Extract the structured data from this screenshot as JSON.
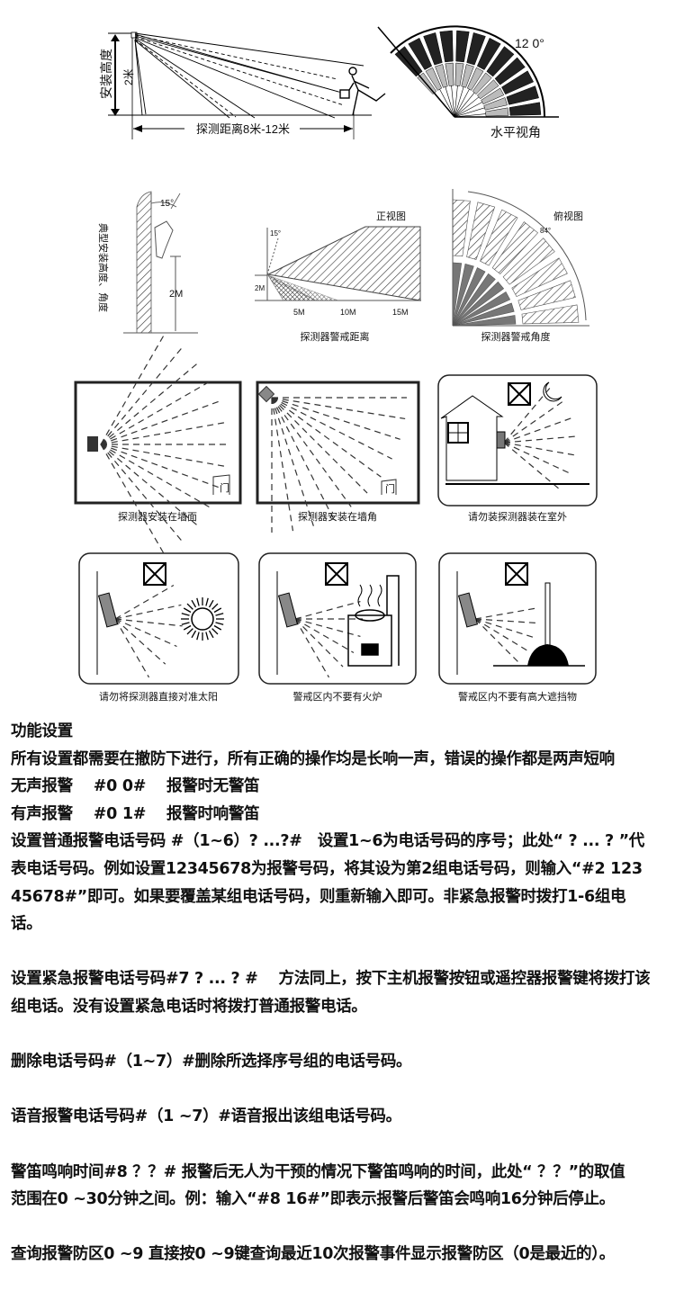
{
  "diagrams": {
    "side_view": {
      "height_label": "安装高度",
      "height_value": "2米",
      "distance_label": "探测距离8米-12米"
    },
    "horizontal_angle": {
      "angle": "12 0°",
      "caption": "水平视角"
    },
    "typical_install": {
      "vertical_label": "典型安装高度、角度",
      "tilt": "15°",
      "height": "2M"
    },
    "front_view": {
      "title": "正视图",
      "tilt": "15°",
      "height": "2M",
      "ticks": [
        "5M",
        "10M",
        "15M"
      ],
      "caption": "探测器警戒距离"
    },
    "top_view": {
      "title": "俯视图",
      "angle": "84°",
      "caption": "探测器警戒角度"
    },
    "panels": [
      {
        "caption": "探测器安装在墙面",
        "door": "门"
      },
      {
        "caption": "探测器安装在墙角",
        "door": "门"
      },
      {
        "caption": "请勿装探测器装在室外"
      },
      {
        "caption": "请勿将探测器直接对准太阳"
      },
      {
        "caption": "警戒区内不要有火炉"
      },
      {
        "caption": "警戒区内不要有高大遮挡物"
      }
    ]
  },
  "settings": {
    "title": "功能设置",
    "paragraphs": [
      [
        "所有设置都需要在撤防下进行，所有正确的操作均是长响一声，错误的操作都是两声短响"
      ],
      [
        "无声报警　 #0 0#　 报警时无警笛"
      ],
      [
        "有声报警　 #0 1#　 报警时响警笛"
      ],
      [
        "设置普通报警电话号码  #（1~6）? ...?#　设置1~6为电话号码的序号；此处“ ? ... ? ”代",
        "表电话号码。例如设置12345678为报警号码，将其设为第2组电话号码，则输入“#2 123",
        "45678#”即可。如果要覆盖某组电话号码，则重新输入即可。非紧急报警时拨打1-6组电",
        "话。"
      ],
      [
        "设置紧急报警电话号码#7 ? ... ? #　 方法同上，按下主机报警按钮或遥控器报警键将拨打该",
        "组电话。没有设置紧急电话时将拨打普通报警电话。"
      ],
      [
        "删除电话号码#（1~7）#删除所选择序号组的电话号码。"
      ],
      [
        "语音报警电话号码#（1 ~7）#语音报出该组电话号码。"
      ],
      [
        "警笛鸣响时间#8 ？？#  报警后无人为干预的情况下警笛鸣响的时间，此处“ ？？”的取值",
        "范围在0 ~30分钟之间。例：输入“#8  16#”即表示报警后警笛会鸣响16分钟后停止。"
      ],
      [
        "查询报警防区0 ~9 直接按0 ~9键查询最近10次报警事件显示报警防区（0是最近的）。"
      ]
    ]
  }
}
